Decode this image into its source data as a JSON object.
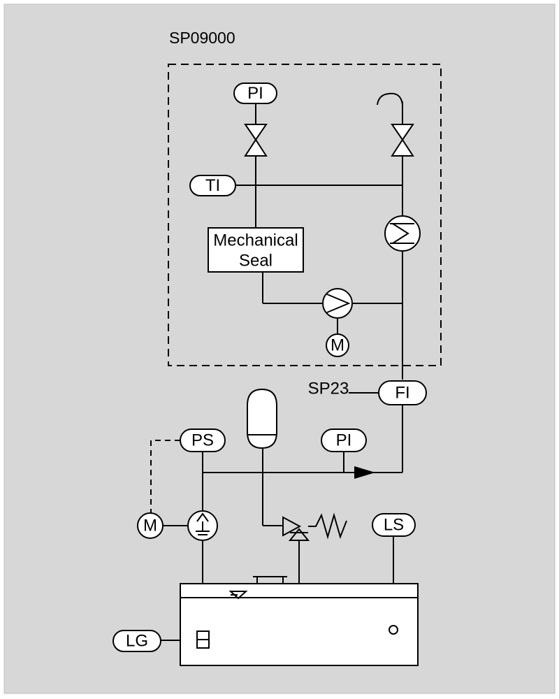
{
  "diagram": {
    "title": "SP09000",
    "instruments": {
      "pi_top": "PI",
      "ti": "TI",
      "motor_seal": "M",
      "fi": "FI",
      "ps": "PS",
      "pi_main": "PI",
      "motor_pump": "M",
      "ls": "LS",
      "lg": "LG"
    },
    "seal": {
      "line1": "Mechanical",
      "line2": "Seal"
    },
    "callout": "SP23"
  },
  "colors": {
    "background": "#d7d7d7",
    "line": "#000000",
    "fill": "#ffffff"
  }
}
